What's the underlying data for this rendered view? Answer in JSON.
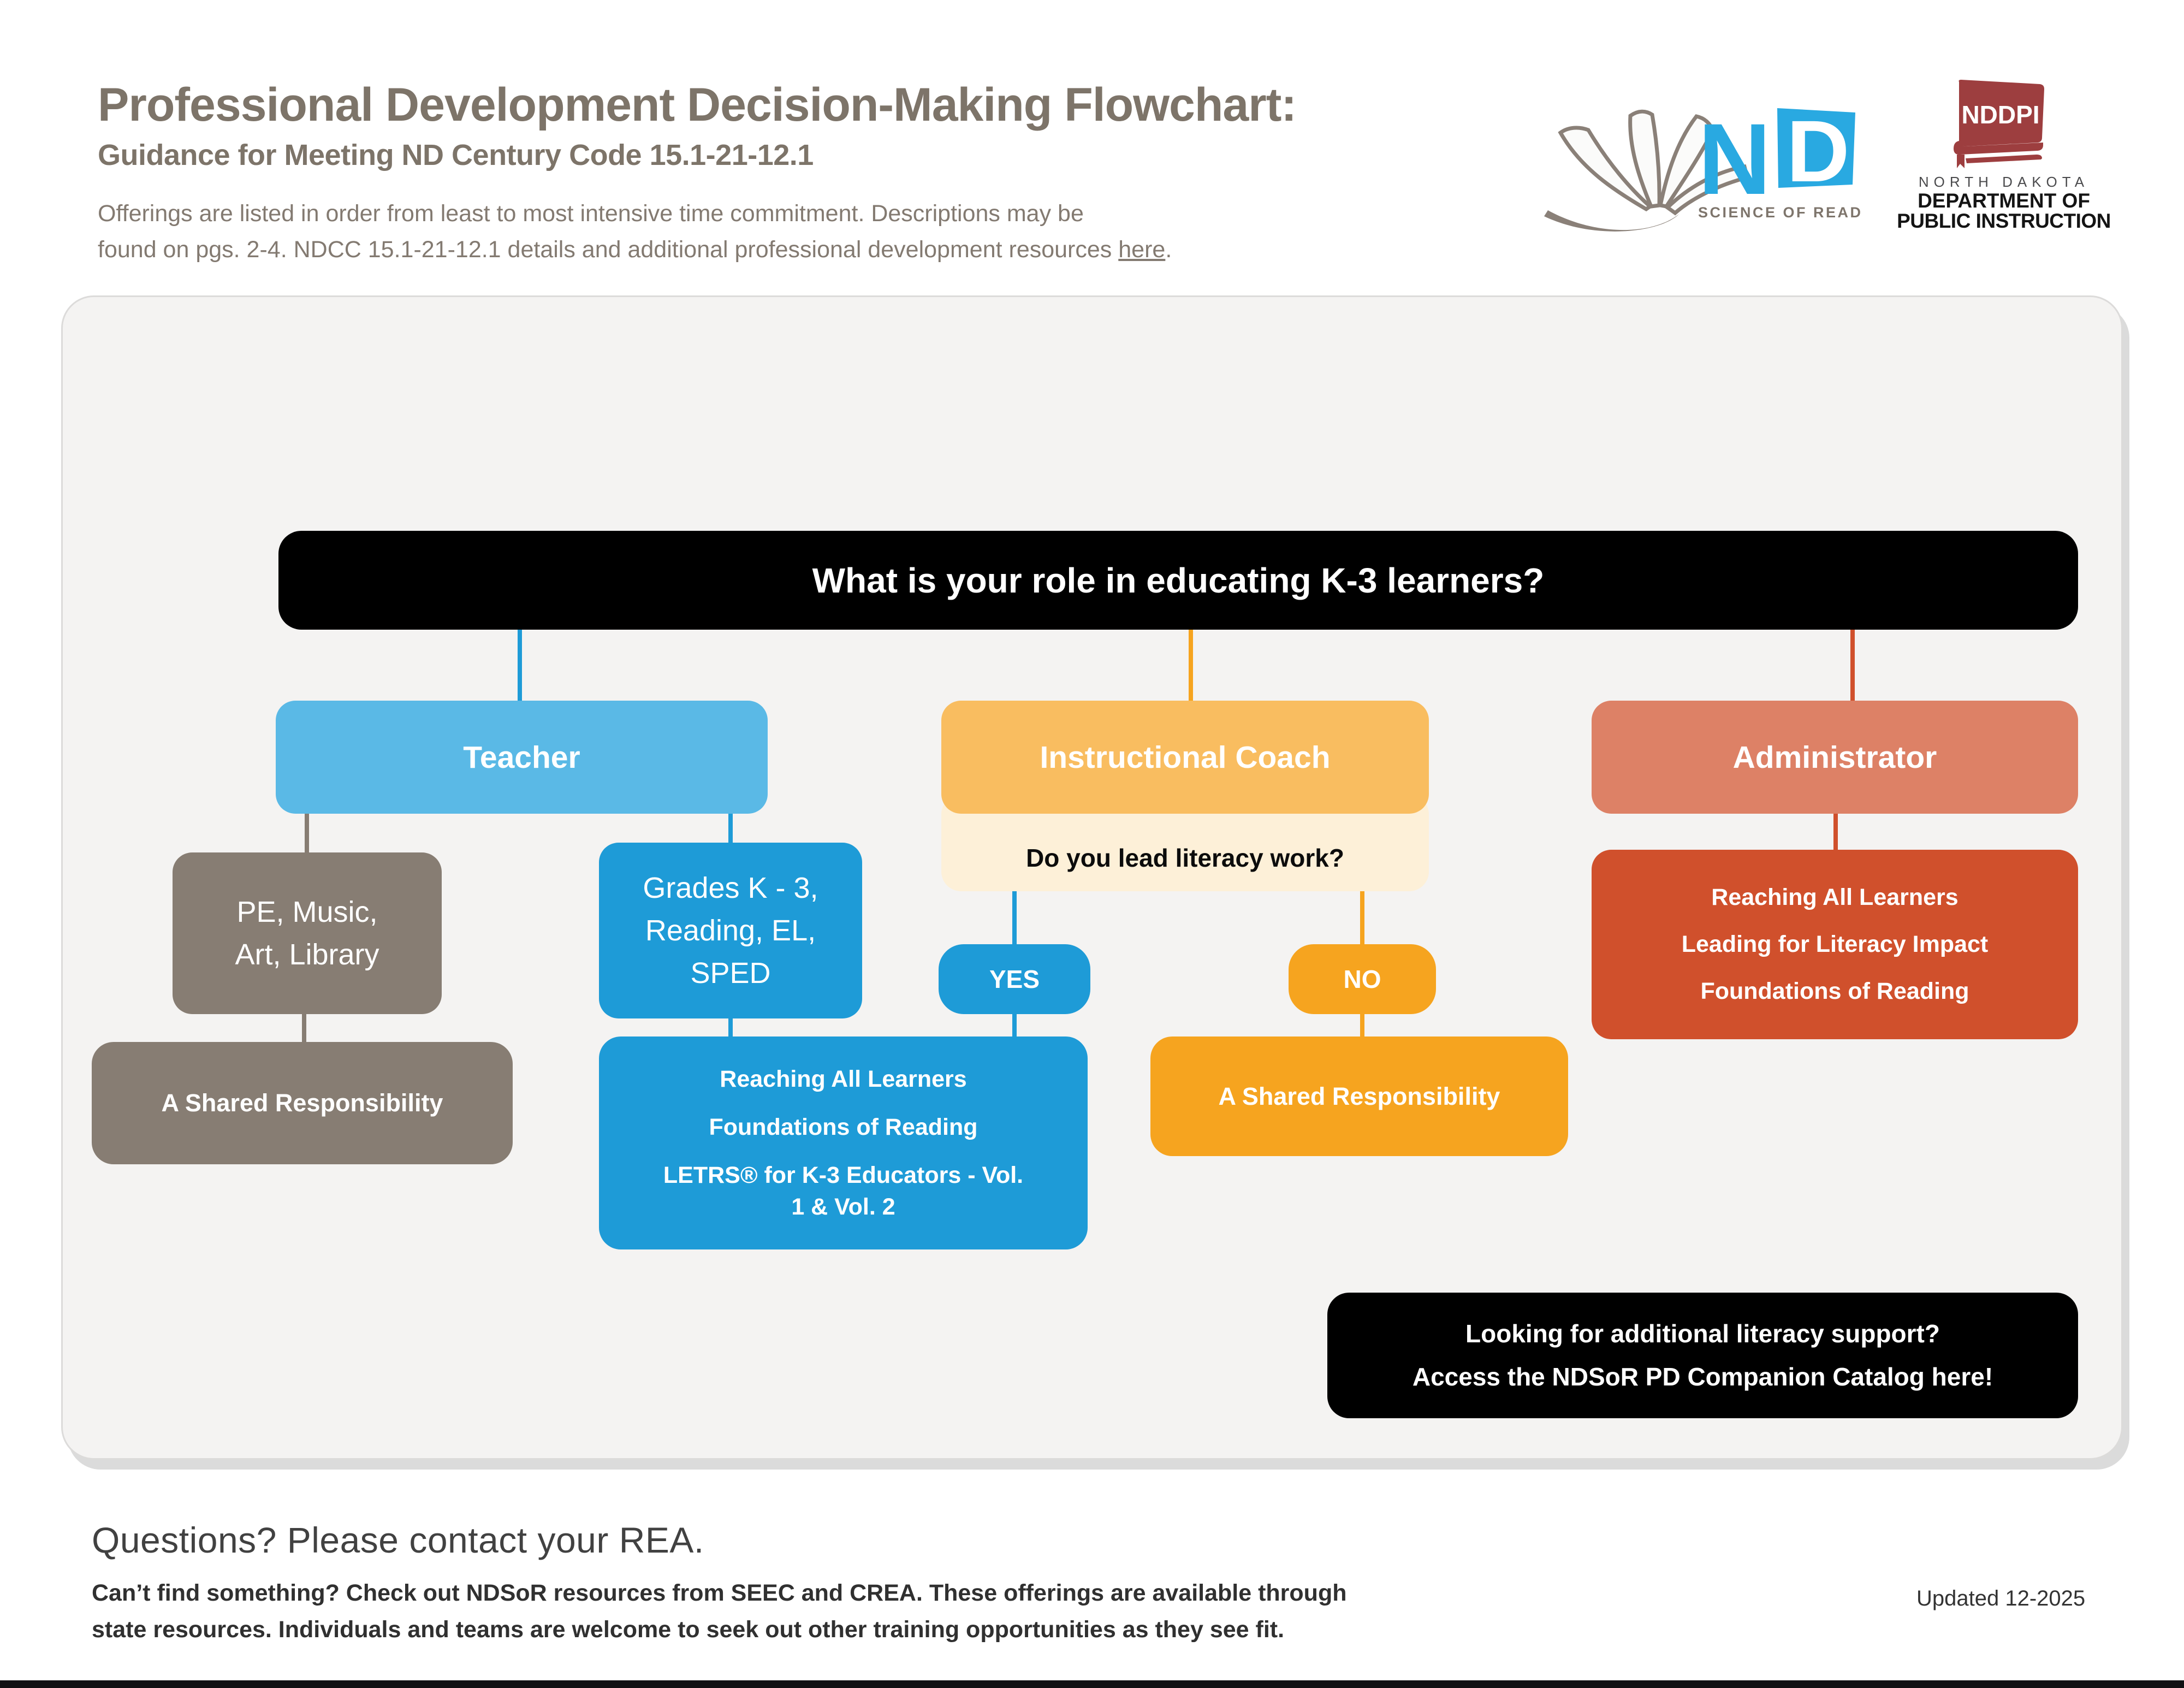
{
  "header": {
    "title": "Professional Development Decision-Making Flowchart:",
    "subtitle": "Guidance for Meeting ND Century Code 15.1-21-12.1",
    "intro_line1": "Offerings are listed in order from least to most intensive time commitment. Descriptions may be",
    "intro_line2": "found on pgs. 2-4. NDCC 15.1-21-12.1 details and additional professional development resources ",
    "intro_link": "here",
    "intro_period": "."
  },
  "logos": {
    "ndsor": {
      "n": "N",
      "d": "D",
      "caption": "SCIENCE OF READING"
    },
    "nddpi": {
      "abbr": "NDDPI",
      "state": "NORTH DAKOTA",
      "dept_line1": "DEPARTMENT OF",
      "dept_line2": "PUBLIC INSTRUCTION"
    }
  },
  "flowchart": {
    "question": "What is your role in educating K-3 learners?",
    "roles": {
      "teacher": {
        "label": "Teacher"
      },
      "coach": {
        "label": "Instructional Coach",
        "sub_question": "Do you lead literacy work?",
        "yes_label": "YES",
        "no_label": "NO",
        "yes_outcomes": [
          "Reaching All Learners",
          "Foundations of Reading",
          "LETRS® for K-3 Educators - Vol. 1 & Vol. 2"
        ],
        "no_outcome": "A Shared Responsibility"
      },
      "admin": {
        "label": "Administrator",
        "outcomes": [
          "Reaching All Learners",
          "Leading for Literacy Impact",
          "Foundations of Reading"
        ]
      }
    },
    "teacher_branches": {
      "specials": {
        "label_lines": [
          "PE, Music,",
          "Art, Library"
        ],
        "outcome": "A Shared Responsibility"
      },
      "core": {
        "label_lines": [
          "Grades K - 3,",
          "Reading, EL,",
          "SPED"
        ]
      }
    },
    "catalog_note_line1": "Looking for additional literacy support?",
    "catalog_note_line2": "Access the NDSoR PD Companion Catalog here!"
  },
  "footer": {
    "heading": "Questions? Please contact your REA.",
    "body_line1": "Can’t find something? Check out NDSoR resources from SEEC and CREA. These offerings are available through",
    "body_line2": "state resources. Individuals and teams are welcome to seek out other training opportunities as they see fit.",
    "updated": "Updated 12-2025"
  },
  "colors": {
    "black-box": "#000000",
    "teacher-blue": "#5ab9e6",
    "coach-orange": "#f9bd60",
    "admin-salmon": "#dd8166",
    "strong-blue": "#1e9bd7",
    "strong-orange": "#f6a41f",
    "brown-gray": "#877d73",
    "red-orange": "#d0502c",
    "cream": "#fdf0d8",
    "panel-bg": "#f4f3f2",
    "panel-border": "#dcdbda",
    "title-brown": "#7d7469",
    "nd-blue": "#29a9e1",
    "nddpi-maroon": "#9d3e3f",
    "footer-dark": "#303030"
  }
}
